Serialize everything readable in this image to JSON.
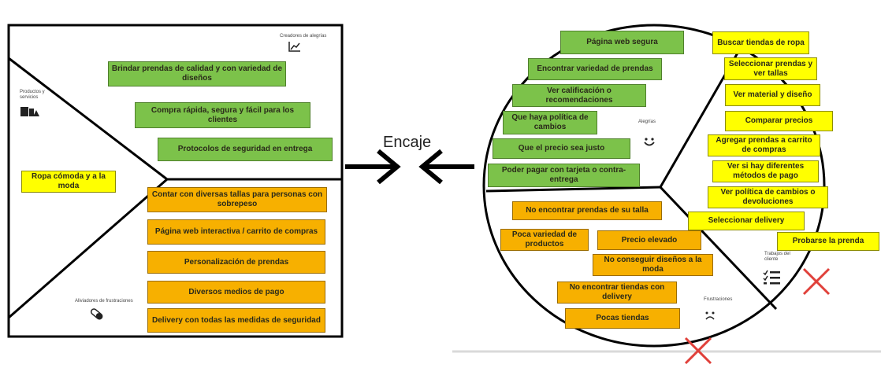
{
  "value_map": {
    "section_labels": {
      "gain_creators": "Creadores de alegrías",
      "products": "Productos y servicios",
      "pain_relievers": "Aliviadores de frustraciones"
    },
    "gain_creators": [
      "Brindar prendas de calidad y con variedad de diseños",
      "Compra rápida, segura y fácil para los clientes",
      "Protocolos de seguridad en entrega"
    ],
    "products": [
      "Ropa cómoda y a la moda"
    ],
    "pain_relievers": [
      "Contar con diversas tallas para personas con sobrepeso",
      "Página web interactiva / carrito de compras",
      "Personalización de prendas",
      "Diversos medios de pago",
      "Delivery con todas las medidas de seguridad"
    ]
  },
  "fit_label": "Encaje",
  "customer_profile": {
    "section_labels": {
      "gains": "Alegrías",
      "jobs": "Trabajos del cliente",
      "pains": "Frustraciones"
    },
    "gains": [
      "Página web segura",
      "Encontrar variedad de prendas",
      "Ver calificación o recomendaciones",
      "Que haya política de cambios",
      "Que el precio sea justo",
      "Poder pagar con tarjeta o contra-entrega"
    ],
    "jobs": [
      "Buscar tiendas de ropa",
      "Seleccionar prendas y ver tallas",
      "Ver material y diseño",
      "Comparar precios",
      "Agregar prendas a carrito de compras",
      "Ver si hay diferentes métodos de pago",
      "Ver política de cambios o devoluciones",
      "Seleccionar delivery",
      "Probarse la prenda"
    ],
    "pains": [
      "No encontrar prendas de su talla",
      "Poca variedad de productos",
      "Precio elevado",
      "No conseguir diseños a la moda",
      "No encontrar tiendas con delivery",
      "Pocas tiendas"
    ]
  },
  "colors": {
    "gain": "#7cc24a",
    "pain": "#f7b000",
    "job_and_product": "#ffff00",
    "cross": "#e0403a"
  },
  "icons": [
    "chart-icon",
    "gift-icon",
    "pill-icon",
    "smile-icon",
    "checklist-icon",
    "frown-icon",
    "cross-mark-icon"
  ]
}
